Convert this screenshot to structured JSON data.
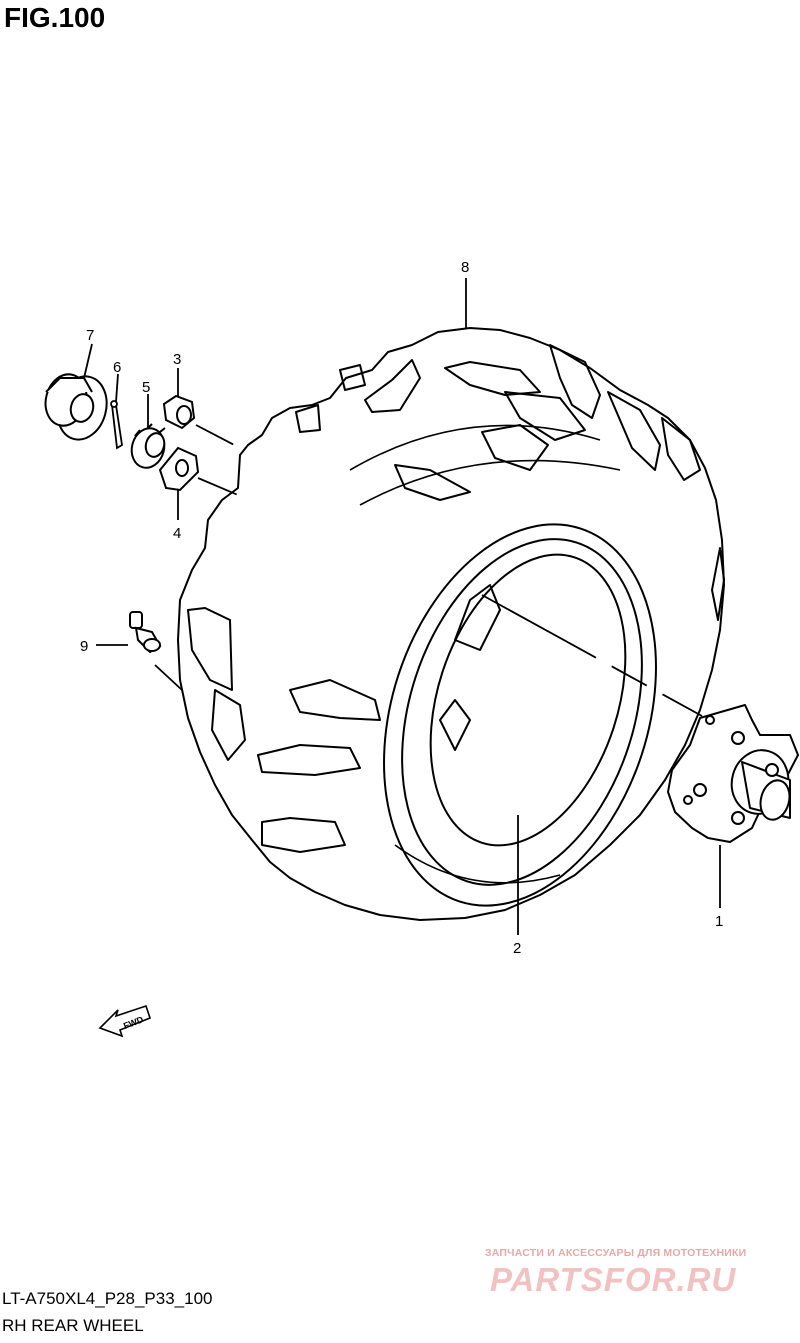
{
  "figure": {
    "title": "FIG.100"
  },
  "callouts": {
    "c1": "1",
    "c2": "2",
    "c3": "3",
    "c4": "4",
    "c5": "5",
    "c6": "6",
    "c7": "7",
    "c8": "8",
    "c9": "9"
  },
  "fwd_label": "FWD",
  "footer": {
    "model_code": "LT-A750XL4_P28_P33_100",
    "caption": "RH REAR WHEEL"
  },
  "watermark": {
    "tagline": "ЗАПЧАСТИ И АКСЕССУАРЫ ДЛЯ МОТОТЕХНИКИ",
    "brand": "PARTSFOR.RU"
  }
}
